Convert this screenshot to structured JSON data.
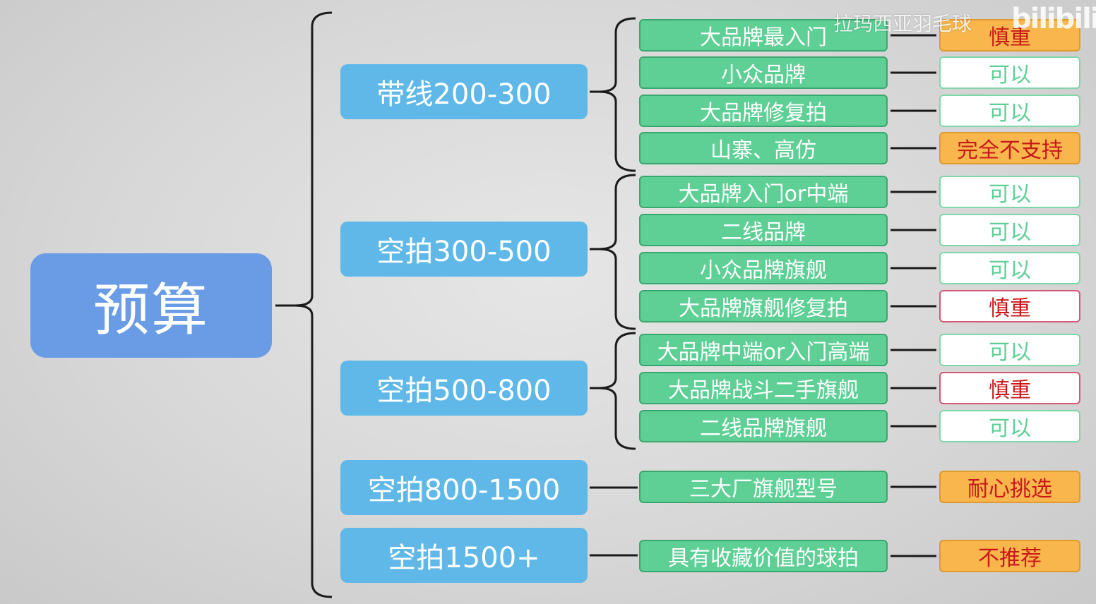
{
  "watermark": "拉玛西亚羽毛球",
  "logo": "bilibili",
  "colors": {
    "root_bg": "#6a9ce6",
    "category_bg": "#5fb8e8",
    "item_bg": "#5ecf95",
    "verdict_ok_text": "#5ecf95",
    "verdict_careful_text": "#c81818",
    "verdict_warn_bg": "#f8b64c"
  },
  "root": {
    "label": "预算"
  },
  "categories": [
    {
      "label": "带线200-300",
      "items": [
        {
          "label": "大品牌最入门",
          "verdict": "慎重",
          "style": "warn"
        },
        {
          "label": "小众品牌",
          "verdict": "可以",
          "style": "ok"
        },
        {
          "label": "大品牌修复拍",
          "verdict": "可以",
          "style": "ok"
        },
        {
          "label": "山寨、高仿",
          "verdict": "完全不支持",
          "style": "warn"
        }
      ]
    },
    {
      "label": "空拍300-500",
      "items": [
        {
          "label": "大品牌入门or中端",
          "verdict": "可以",
          "style": "ok"
        },
        {
          "label": "二线品牌",
          "verdict": "可以",
          "style": "ok"
        },
        {
          "label": "小众品牌旗舰",
          "verdict": "可以",
          "style": "ok"
        },
        {
          "label": "大品牌旗舰修复拍",
          "verdict": "慎重",
          "style": "careful"
        }
      ]
    },
    {
      "label": "空拍500-800",
      "items": [
        {
          "label": "大品牌中端or入门高端",
          "verdict": "可以",
          "style": "ok"
        },
        {
          "label": "大品牌战斗二手旗舰",
          "verdict": "慎重",
          "style": "careful"
        },
        {
          "label": "二线品牌旗舰",
          "verdict": "可以",
          "style": "ok"
        }
      ]
    },
    {
      "label": "空拍800-1500",
      "items": [
        {
          "label": "三大厂旗舰型号",
          "verdict": "耐心挑选",
          "style": "warn"
        }
      ]
    },
    {
      "label": "空拍1500+",
      "items": [
        {
          "label": "具有收藏价值的球拍",
          "verdict": "不推荐",
          "style": "warn"
        }
      ]
    }
  ]
}
